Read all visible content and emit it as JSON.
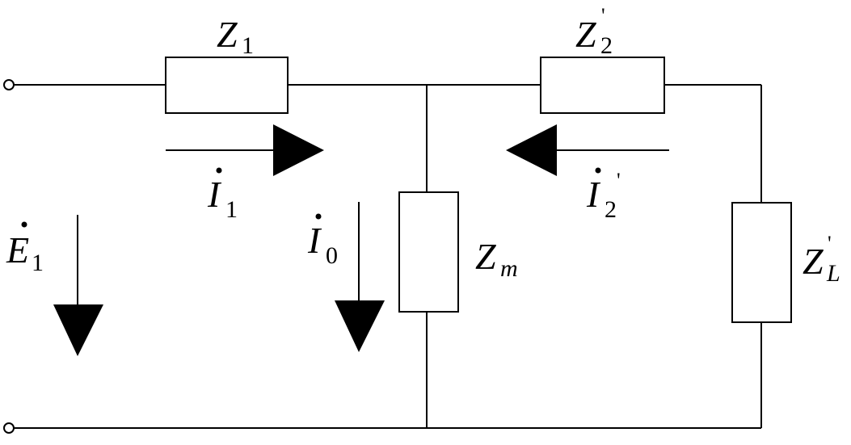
{
  "components": {
    "z1": {
      "symbol": "Z",
      "subscript": "1",
      "prime": ""
    },
    "z2": {
      "symbol": "Z",
      "subscript": "2",
      "prime": "'"
    },
    "zm": {
      "symbol": "Z",
      "subscript": "m",
      "prime": ""
    },
    "zl": {
      "symbol": "Z",
      "subscript": "L",
      "prime": "'"
    }
  },
  "sources": {
    "e1": {
      "symbol": "E",
      "subscript": "1"
    }
  },
  "currents": {
    "i1": {
      "symbol": "I",
      "subscript": "1",
      "prime": ""
    },
    "i2": {
      "symbol": "I",
      "subscript": "2",
      "prime": "'"
    },
    "i0": {
      "symbol": "I",
      "subscript": "0",
      "prime": ""
    }
  },
  "colors": {
    "ink": "#000000",
    "background": "#ffffff"
  }
}
